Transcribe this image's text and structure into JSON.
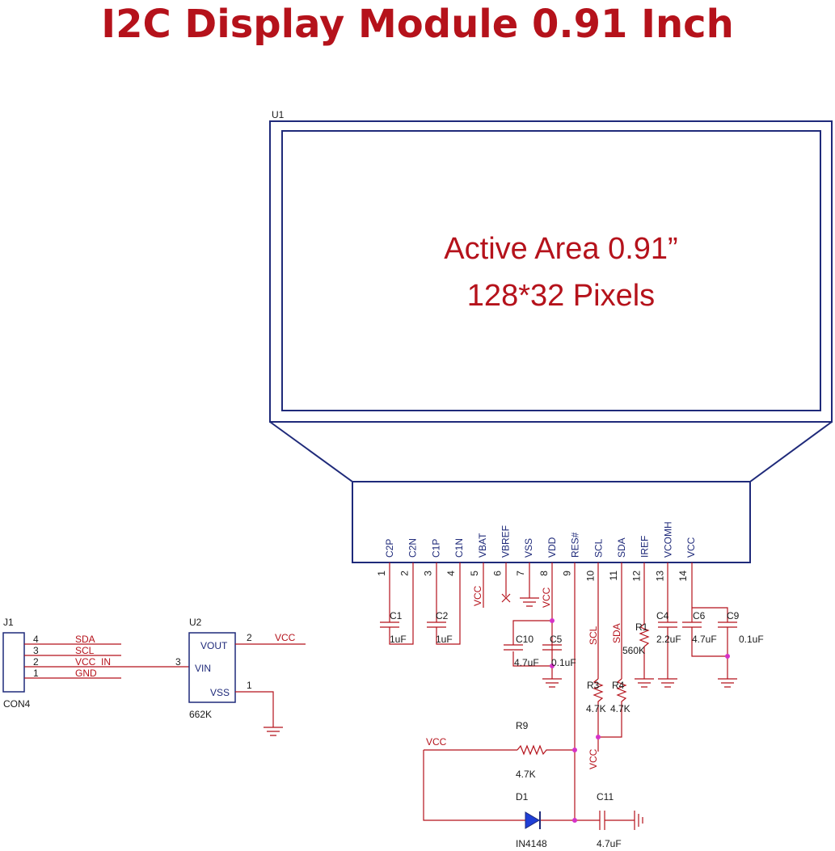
{
  "title": "I2C Display Module 0.91 Inch",
  "u1": {
    "ref": "U1",
    "active_area": "Active Area 0.91”",
    "pixels": "128*32 Pixels",
    "pins": [
      {
        "num": "1",
        "name": "C2P"
      },
      {
        "num": "2",
        "name": "C2N"
      },
      {
        "num": "3",
        "name": "C1P"
      },
      {
        "num": "4",
        "name": "C1N"
      },
      {
        "num": "5",
        "name": "VBAT"
      },
      {
        "num": "6",
        "name": "VBREF"
      },
      {
        "num": "7",
        "name": "VSS"
      },
      {
        "num": "8",
        "name": "VDD"
      },
      {
        "num": "9",
        "name": "RES#"
      },
      {
        "num": "10",
        "name": "SCL"
      },
      {
        "num": "11",
        "name": "SDA"
      },
      {
        "num": "12",
        "name": "IREF"
      },
      {
        "num": "13",
        "name": "VCOMH"
      },
      {
        "num": "14",
        "name": "VCC"
      }
    ]
  },
  "j1": {
    "ref": "J1",
    "part": "CON4",
    "pins": [
      {
        "num": "4",
        "net": "SDA"
      },
      {
        "num": "3",
        "net": "SCL"
      },
      {
        "num": "2",
        "net": "VCC_IN"
      },
      {
        "num": "1",
        "net": "GND"
      }
    ]
  },
  "u2": {
    "ref": "U2",
    "part": "662K",
    "vout": "VOUT",
    "vin": "VIN",
    "vss": "VSS",
    "pin_vout": "2",
    "pin_vin": "3",
    "pin_vss": "1",
    "net_vout": "VCC"
  },
  "parts": {
    "c1": {
      "ref": "C1",
      "value": "1uF"
    },
    "c2": {
      "ref": "C2",
      "value": "1uF"
    },
    "c10": {
      "ref": "C10",
      "value": "4.7uF"
    },
    "c5": {
      "ref": "C5",
      "value": "0.1uF"
    },
    "r1": {
      "ref": "R1",
      "value": "560K"
    },
    "c4": {
      "ref": "C4",
      "value": "2.2uF"
    },
    "c6": {
      "ref": "C6",
      "value": "4.7uF"
    },
    "c9": {
      "ref": "C9",
      "value": "0.1uF"
    },
    "r3": {
      "ref": "R3",
      "value": "4.7K"
    },
    "r4": {
      "ref": "R4",
      "value": "4.7K"
    },
    "r9": {
      "ref": "R9",
      "value": "4.7K"
    },
    "d1": {
      "ref": "D1",
      "value": "IN4148"
    },
    "c11": {
      "ref": "C11",
      "value": "4.7uF"
    }
  },
  "nets": {
    "vbat_vcc": "VCC",
    "vdd_vcc": "VCC",
    "scl_net": "SCL",
    "sda_net": "SDA",
    "pullup_vcc": "VCC",
    "reset_vcc": "VCC"
  },
  "colors": {
    "title": "#b5121b",
    "component_outline": "#1f2a7a",
    "wire": "#b5121b",
    "junction": "#d632c8",
    "diode_fill": "#1f3fd6"
  }
}
